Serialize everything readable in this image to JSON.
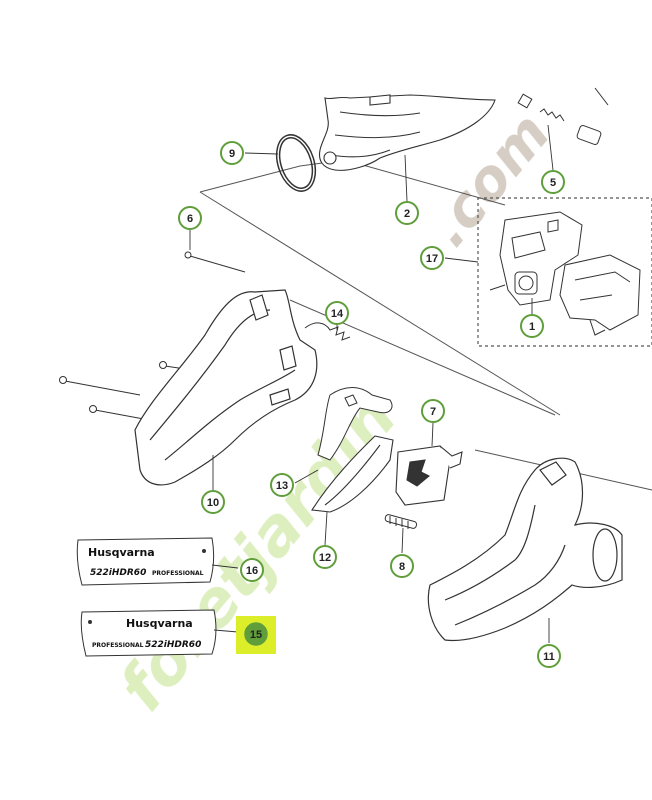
{
  "callouts": [
    {
      "id": "9",
      "label": "9"
    },
    {
      "id": "2",
      "label": "2"
    },
    {
      "id": "5",
      "label": "5"
    },
    {
      "id": "6",
      "label": "6"
    },
    {
      "id": "17",
      "label": "17"
    },
    {
      "id": "1",
      "label": "1"
    },
    {
      "id": "14",
      "label": "14"
    },
    {
      "id": "7",
      "label": "7"
    },
    {
      "id": "13",
      "label": "13"
    },
    {
      "id": "10",
      "label": "10"
    },
    {
      "id": "12",
      "label": "12"
    },
    {
      "id": "8",
      "label": "8"
    },
    {
      "id": "16",
      "label": "16"
    },
    {
      "id": "15",
      "label": "15"
    },
    {
      "id": "11",
      "label": "11"
    }
  ],
  "highlighted_callout": "15",
  "decal_16": {
    "brand": "Husqvarna",
    "model": "522iHDR60",
    "tag": "PROFESSIONAL"
  },
  "decal_15": {
    "brand": "Husqvarna",
    "model": "522iHDR60",
    "tag": "PROFESSIONAL"
  },
  "watermark": {
    "text_a": "foretjardin",
    "text_b": ".com"
  },
  "colors": {
    "callout_ring": "#5f9e3a",
    "highlight": "#dcee2a",
    "watermark_green": "#cfe6a3",
    "watermark_orange": "#f4c98a",
    "watermark_grey": "#c8beb2",
    "line": "#333333"
  }
}
